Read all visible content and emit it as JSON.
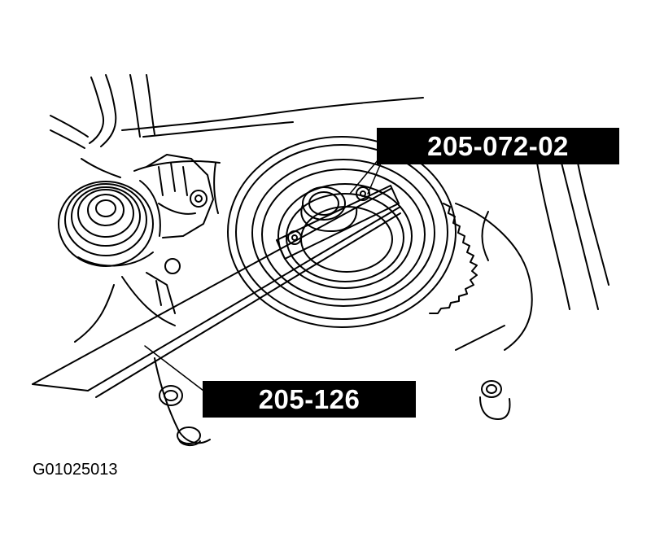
{
  "diagram": {
    "callouts": {
      "tool_top": "205-072-02",
      "tool_bottom": "205-126"
    },
    "figure_id": "G01025013",
    "colors": {
      "ink": "#000000",
      "paper": "#ffffff"
    }
  }
}
